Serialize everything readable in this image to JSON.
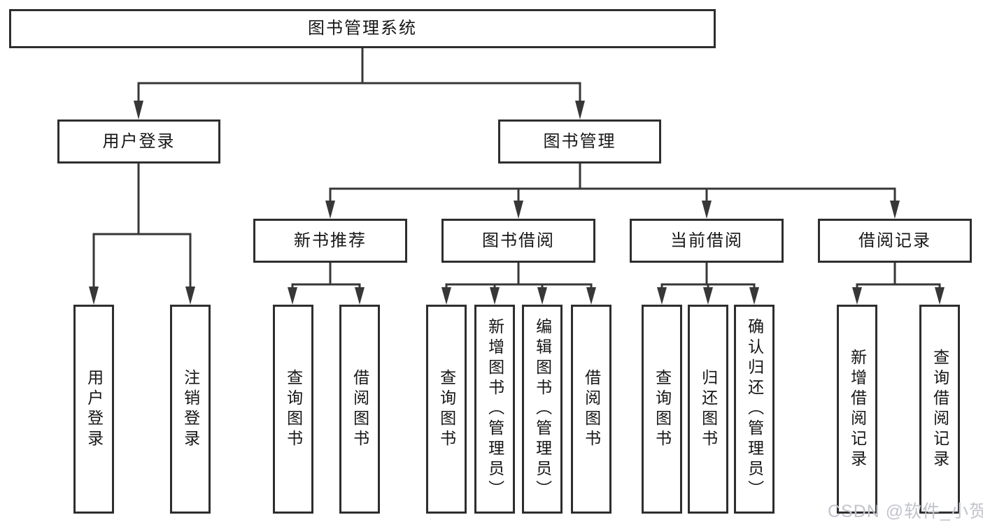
{
  "tree": {
    "root": {
      "label": "图书管理系统"
    },
    "branches": [
      {
        "label": "用户登录",
        "children": [
          {
            "label": "用户登录"
          },
          {
            "label": "注销登录"
          }
        ]
      },
      {
        "label": "图书管理",
        "groups": [
          {
            "label": "新书推荐",
            "children": [
              {
                "label": "查询图书"
              },
              {
                "label": "借阅图书"
              }
            ]
          },
          {
            "label": "图书借阅",
            "children": [
              {
                "label": "查询图书"
              },
              {
                "label": "新增图书（管理员）"
              },
              {
                "label": "编辑图书（管理员）"
              },
              {
                "label": "借阅图书"
              }
            ]
          },
          {
            "label": "当前借阅",
            "children": [
              {
                "label": "查询图书"
              },
              {
                "label": "归还图书"
              },
              {
                "label": "确认归还（管理员）"
              }
            ]
          },
          {
            "label": "借阅记录",
            "children": [
              {
                "label": "新增借阅记录"
              },
              {
                "label": "查询借阅记录"
              }
            ]
          }
        ]
      }
    ]
  },
  "watermark": {
    "text": "CSDN @软件_小贺同学"
  },
  "colors": {
    "line": "#373737",
    "border": "#2e2e2e",
    "text": "#161616",
    "background": "#ffffff",
    "watermark": "#c2c4cb"
  }
}
